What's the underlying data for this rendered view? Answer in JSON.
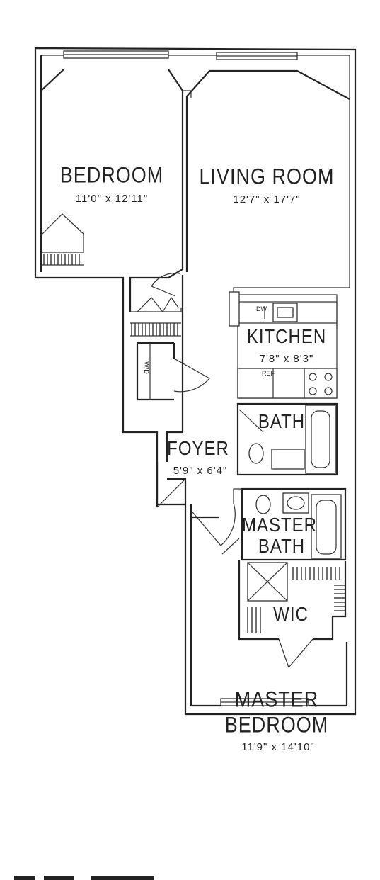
{
  "rooms": {
    "bedroom": {
      "name": "BEDROOM",
      "dims": "11'0\" x 12'11\""
    },
    "living_room": {
      "name": "LIVING ROOM",
      "dims": "12'7\" x 17'7\""
    },
    "kitchen": {
      "name": "KITCHEN",
      "dims": "7'8\" x 8'3\""
    },
    "bath": {
      "name": "BATH"
    },
    "foyer": {
      "name": "FOYER",
      "dims": "5'9\" x 6'4\""
    },
    "master_bath": {
      "line1": "MASTER",
      "line2": "BATH"
    },
    "wic": {
      "name": "WIC"
    },
    "master_bedroom": {
      "line1": "MASTER",
      "line2": "BEDROOM",
      "dims": "11'9\" x 14'10\""
    }
  },
  "fixtures": {
    "dishwasher": "DW",
    "refrigerator": "REF",
    "washer_dryer": "W/D"
  }
}
